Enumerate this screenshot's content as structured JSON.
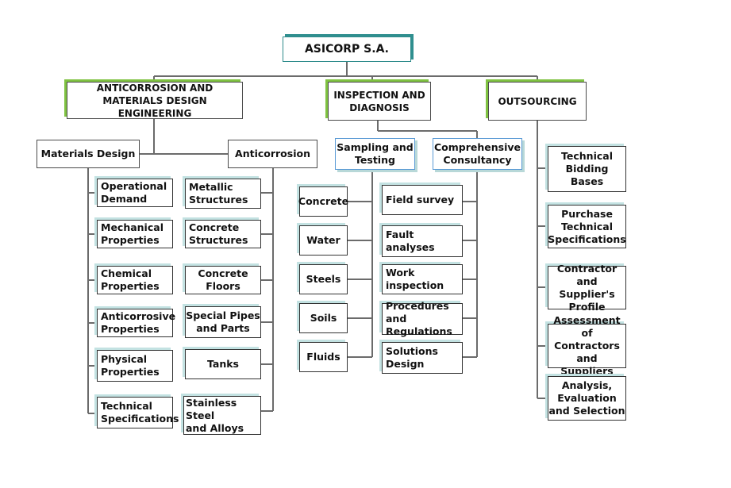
{
  "root": "ASICORP   S.A.",
  "divisions": {
    "anticorrosion_materials": "ANTICORROSION AND\nMATERIALS DESIGN ENGINEERING",
    "inspection": "INSPECTION AND\nDIAGNOSIS",
    "outsourcing": "OUTSOURCING"
  },
  "materials_design": {
    "title": "Materials Design",
    "items": [
      "Operational\nDemand",
      "Mechanical\nProperties",
      "Chemical\nProperties",
      "Anticorrosive\nProperties",
      "Physical\nProperties",
      "Technical\nSpecifications"
    ]
  },
  "anticorrosion": {
    "title": "Anticorrosion",
    "items": [
      "Metallic\nStructures",
      "Concrete\nStructures",
      "Concrete\nFloors",
      "Special Pipes\nand Parts",
      "Tanks",
      "Stainless Steel\nand Alloys"
    ]
  },
  "sampling": {
    "title": "Sampling and\nTesting",
    "items": [
      "Concrete",
      "Water",
      "Steels",
      "Soils",
      "Fluids"
    ]
  },
  "consultancy": {
    "title": "Comprehensive\nConsultancy",
    "items": [
      "Field survey",
      "Fault\nanalyses",
      "Work\ninspection",
      "Procedures and\nRegulations",
      "Solutions\nDesign"
    ]
  },
  "outsourcing_items": [
    "Technical\nBidding\nBases",
    "Purchase\nTechnical\nSpecifications",
    "Contractor\nand Supplier's\nProfile",
    "Assessment of\nContractors and\nSuppliers",
    "Analysis,\nEvaluation\nand Selection"
  ]
}
